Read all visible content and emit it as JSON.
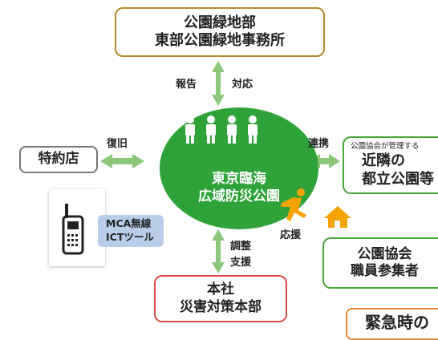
{
  "top_box": {
    "line1": "公園緑地部",
    "line2": "東部公園緑地事務所"
  },
  "center": {
    "line1": "東京臨海",
    "line2": "広域防災公園"
  },
  "left_box": {
    "label": "特約店"
  },
  "right_box": {
    "sub": "公園協会が管理する",
    "line1": "近隣の",
    "line2": "都立公園等"
  },
  "bottom_box": {
    "line1": "本社",
    "line2": "災害対策本部"
  },
  "assoc_box": {
    "line1": "公園協会",
    "line2": "職員参集者"
  },
  "emergency_box": {
    "label": "緊急時の"
  },
  "mca_box": {
    "line1": "MCA無線",
    "line2": "ICTツール"
  },
  "labels": {
    "report": "報告",
    "respond": "対応",
    "restore": "復旧",
    "liaison": "連携",
    "adjust": "調整",
    "support1": "支援",
    "support2": "応援"
  },
  "colors": {
    "green": "#2fa33a",
    "arrow_green": "#8cc77a",
    "gold": "#b8892a",
    "red": "#e04b45",
    "orange": "#f5a300"
  }
}
